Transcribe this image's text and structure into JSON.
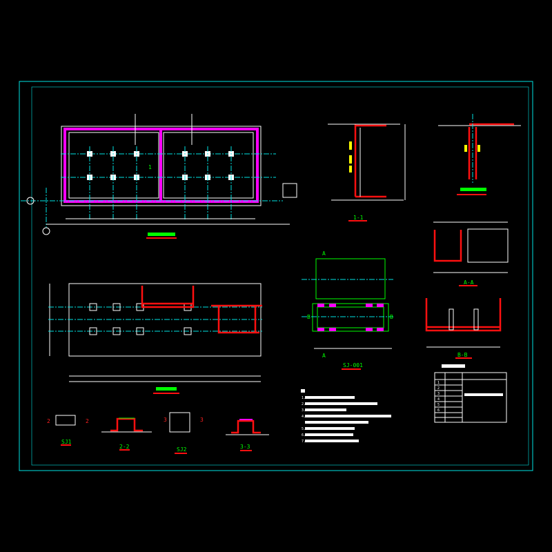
{
  "drawing": {
    "plan_top_title": "1",
    "section_1_1": "1-1",
    "section_a_a": "A-A",
    "section_b_b": "B-B",
    "sj001": "SJ-001",
    "sj1": "SJ1",
    "sj2": "SJ2",
    "section_2_2": "2-2",
    "section_3_3": "3-3",
    "mark_a": "A",
    "mark_b": "B",
    "mark_2": "2",
    "mark_3": "3",
    "notes": {
      "items": [
        "1.",
        "2.",
        "3.",
        "4.",
        "",
        "5.",
        "6.",
        "7."
      ]
    },
    "table": {
      "rows": [
        "1",
        "2",
        "3",
        "4",
        "5",
        "6"
      ]
    },
    "colors": {
      "frame": "#00e5e5",
      "wall": "#ff00ff",
      "rebar": "#ff1010",
      "label": "#00ff00",
      "dim": "#ffff00"
    }
  }
}
